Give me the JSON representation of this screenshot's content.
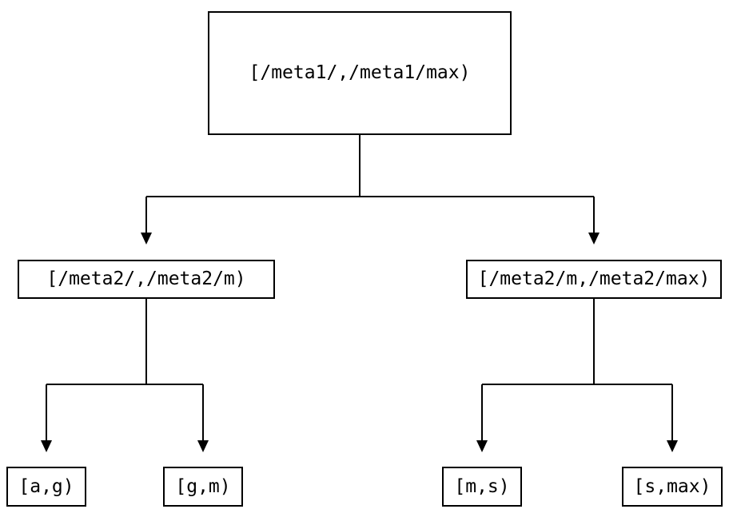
{
  "diagram": {
    "type": "tree",
    "background_color": "#ffffff",
    "line_color": "#000000",
    "nodes": {
      "root": {
        "label": "[/meta1/,/meta1/max)"
      },
      "branch_left": {
        "label": "[/meta2/,/meta2/m)"
      },
      "branch_right": {
        "label": "[/meta2/m,/meta2/max)"
      },
      "leaf_a_g": {
        "label": "[a,g)"
      },
      "leaf_g_m": {
        "label": "[g,m)"
      },
      "leaf_m_s": {
        "label": "[m,s)"
      },
      "leaf_s_max": {
        "label": "[s,max)"
      }
    },
    "edges": [
      {
        "from": "[/meta1/,/meta1/max)",
        "to": "[/meta2/,/meta2/m)"
      },
      {
        "from": "[/meta1/,/meta1/max)",
        "to": "[/meta2/m,/meta2/max)"
      },
      {
        "from": "[/meta2/,/meta2/m)",
        "to": "[a,g)"
      },
      {
        "from": "[/meta2/,/meta2/m)",
        "to": "[g,m)"
      },
      {
        "from": "[/meta2/m,/meta2/max)",
        "to": "[m,s)"
      },
      {
        "from": "[/meta2/m,/meta2/max)",
        "to": "[s,max)"
      }
    ]
  }
}
